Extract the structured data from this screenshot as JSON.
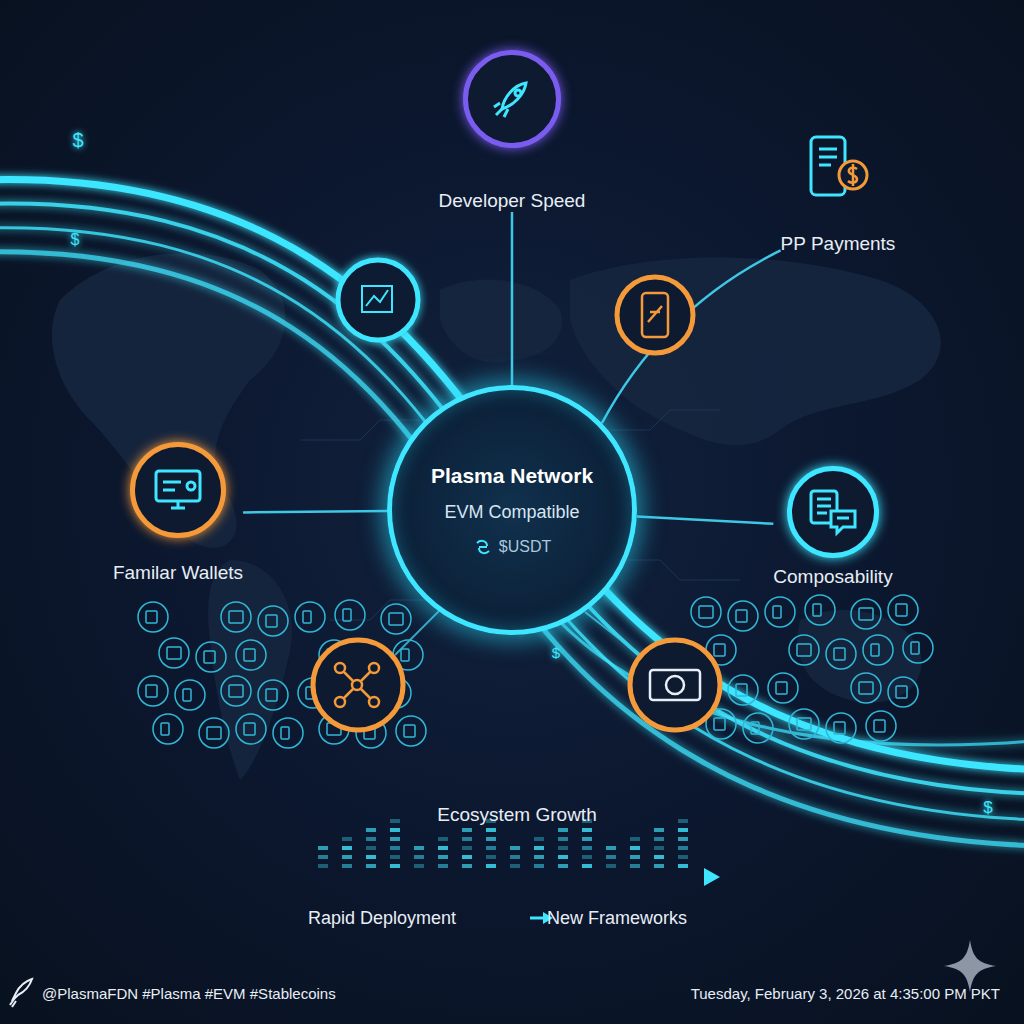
{
  "diagram": {
    "nodes": [
      {
        "text": [
          "Plasma Network",
          "EVM Compatible",
          "$USDT"
        ]
      },
      {
        "text": [
          "Developer Speed"
        ]
      },
      {
        "text": [
          "PP Payments"
        ]
      },
      {
        "text": [
          "Familar Wallets"
        ]
      },
      {
        "text": [
          "Composability"
        ]
      }
    ],
    "edges": [
      {
        "from": 0,
        "to": 1,
        "arrow": "none"
      },
      {
        "from": 0,
        "to": 2,
        "arrow": "none"
      },
      {
        "from": 0,
        "to": 3,
        "arrow": "none"
      },
      {
        "from": 0,
        "to": 4,
        "arrow": "none"
      }
    ],
    "labels": [
      "Ecosystem Growth",
      "Rapid Deployment",
      "New Frameworks",
      "@PlasmaFDN #Plasma #EVM #Stablecoins",
      "Tuesday, February 3, 2026 at 4:35:00 PM PKT",
      "$",
      "$",
      "$",
      "$"
    ]
  }
}
